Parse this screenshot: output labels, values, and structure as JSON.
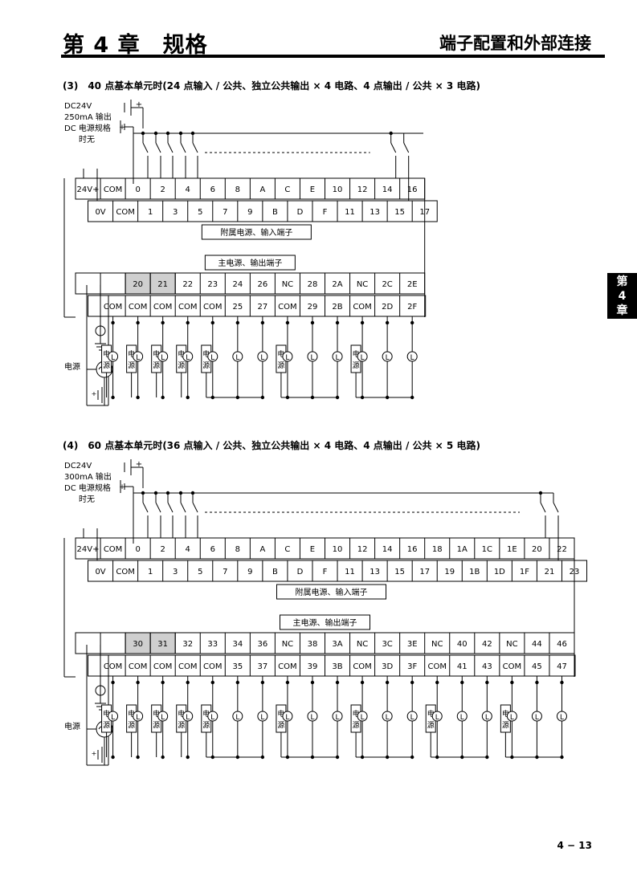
{
  "header": {
    "chapter": "第 4 章　规格",
    "topic": "端子配置和外部连接"
  },
  "side_tab": {
    "line1": "第",
    "line2": "4",
    "line3": "章"
  },
  "page_number": "4 − 13",
  "sections": [
    {
      "title": "(3)　40 点基本单元时(24 点输入 / 公共、独立公共输出 × 4 电路、4 点输出 / 公共 × 3 电路)",
      "dc_lines": [
        "DC24V",
        "250mA 输出",
        "DC 电源规格",
        "时无"
      ],
      "input_top": [
        "24V+",
        "COM",
        "0",
        "2",
        "4",
        "6",
        "8",
        "A",
        "C",
        "E",
        "10",
        "12",
        "14",
        "16"
      ],
      "input_bottom": [
        "0V",
        "COM",
        "1",
        "3",
        "5",
        "7",
        "9",
        "B",
        "D",
        "F",
        "11",
        "13",
        "15",
        "17"
      ],
      "input_label": "附属电源、输入端子",
      "output_label": "主电源、输出端子",
      "output_top": [
        "",
        "",
        "20",
        "21",
        "22",
        "23",
        "24",
        "26",
        "NC",
        "28",
        "2A",
        "NC",
        "2C",
        "2E"
      ],
      "output_bottom": [
        "COM",
        "COM",
        "COM",
        "COM",
        "COM",
        "25",
        "27",
        "COM",
        "29",
        "2B",
        "COM",
        "2D",
        "2F"
      ],
      "power_label": "电源",
      "load_power": "电源",
      "load_symbol": "L",
      "plus_sign": "+",
      "minus_sign": "−"
    },
    {
      "title": "(4)　60 点基本单元时(36 点输入 / 公共、独立公共输出 × 4 电路、4 点输出 / 公共 × 5 电路)",
      "dc_lines": [
        "DC24V",
        "300mA 输出",
        "DC 电源规格",
        "时无"
      ],
      "input_top": [
        "24V+",
        "COM",
        "0",
        "2",
        "4",
        "6",
        "8",
        "A",
        "C",
        "E",
        "10",
        "12",
        "14",
        "16",
        "18",
        "1A",
        "1C",
        "1E",
        "20",
        "22"
      ],
      "input_bottom": [
        "0V",
        "COM",
        "1",
        "3",
        "5",
        "7",
        "9",
        "B",
        "D",
        "F",
        "11",
        "13",
        "15",
        "17",
        "19",
        "1B",
        "1D",
        "1F",
        "21",
        "23"
      ],
      "input_label": "附属电源、输入端子",
      "output_label": "主电源、输出端子",
      "output_top": [
        "",
        "",
        "30",
        "31",
        "32",
        "33",
        "34",
        "36",
        "NC",
        "38",
        "3A",
        "NC",
        "3C",
        "3E",
        "NC",
        "40",
        "42",
        "NC",
        "44",
        "46"
      ],
      "output_bottom": [
        "COM",
        "COM",
        "COM",
        "COM",
        "COM",
        "35",
        "37",
        "COM",
        "39",
        "3B",
        "COM",
        "3D",
        "3F",
        "COM",
        "41",
        "43",
        "COM",
        "45",
        "47"
      ],
      "power_label": "电源",
      "load_power": "电源",
      "load_symbol": "L",
      "plus_sign": "+",
      "minus_sign": "−"
    }
  ]
}
